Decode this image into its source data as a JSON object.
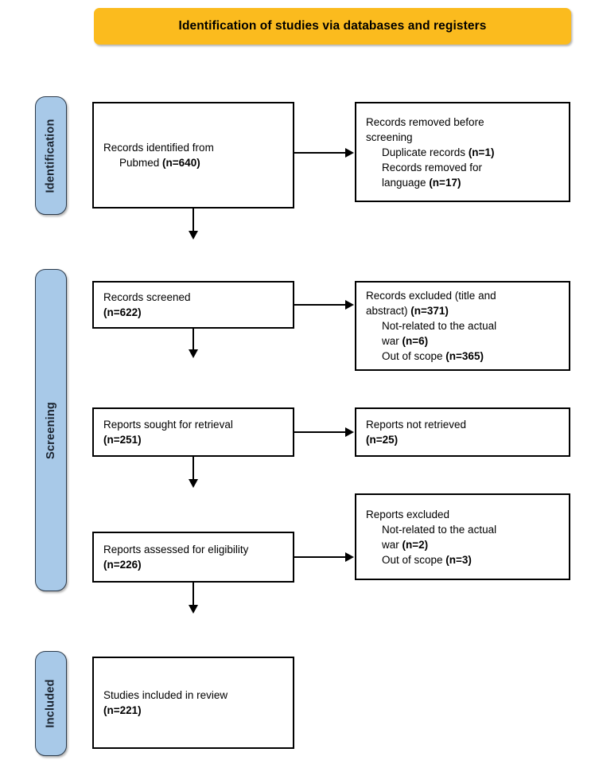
{
  "banner": {
    "title": "Identification of studies via databases and registers",
    "background_color": "#FBBB1E",
    "text_color": "#000000"
  },
  "colors": {
    "stage_label_fill": "#A8C9E8",
    "stage_label_border": "#2C3A4A",
    "box_border": "#000000",
    "box_fill": "#FFFFFF",
    "connector": "#000000"
  },
  "stages": [
    {
      "id": "identification",
      "label": "Identification"
    },
    {
      "id": "screening",
      "label": "Screening"
    },
    {
      "id": "included",
      "label": "Included"
    }
  ],
  "boxes": {
    "identified": {
      "lines": [
        {
          "text": "Records identified from",
          "indent": false,
          "bold_tail": ""
        },
        {
          "text": "Pubmed ",
          "indent": true,
          "bold_tail": "(n=640)"
        }
      ]
    },
    "removed_before": {
      "lines": [
        {
          "text": "Records removed before",
          "indent": false,
          "bold_tail": ""
        },
        {
          "text": "screening",
          "indent": false,
          "bold_tail": ""
        },
        {
          "text": "Duplicate records ",
          "indent": true,
          "bold_tail": "(n=1)"
        },
        {
          "text": "Records removed for",
          "indent": true,
          "bold_tail": ""
        },
        {
          "text": "language ",
          "indent": true,
          "bold_tail": "(n=17)"
        }
      ]
    },
    "screened": {
      "lines": [
        {
          "text": "Records screened",
          "indent": false,
          "bold_tail": ""
        },
        {
          "text": "",
          "indent": false,
          "bold_tail": "(n=622)"
        }
      ]
    },
    "excluded_title": {
      "lines": [
        {
          "text": "Records excluded (title and",
          "indent": false,
          "bold_tail": ""
        },
        {
          "text": "abstract) ",
          "indent": false,
          "bold_tail": "(n=371)"
        },
        {
          "text": "Not-related to the actual",
          "indent": true,
          "bold_tail": ""
        },
        {
          "text": "war ",
          "indent": true,
          "bold_tail": "(n=6)"
        },
        {
          "text": "Out of scope ",
          "indent": true,
          "bold_tail": "(n=365)"
        }
      ]
    },
    "sought": {
      "lines": [
        {
          "text": "Reports sought for retrieval",
          "indent": false,
          "bold_tail": ""
        },
        {
          "text": "",
          "indent": false,
          "bold_tail": "(n=251)"
        }
      ]
    },
    "not_retrieved": {
      "lines": [
        {
          "text": "Reports not retrieved",
          "indent": false,
          "bold_tail": ""
        },
        {
          "text": "",
          "indent": false,
          "bold_tail": "(n=25)"
        }
      ]
    },
    "assessed": {
      "lines": [
        {
          "text": "Reports assessed for eligibility",
          "indent": false,
          "bold_tail": ""
        },
        {
          "text": "",
          "indent": false,
          "bold_tail": "(n=226)"
        }
      ]
    },
    "reports_excluded": {
      "lines": [
        {
          "text": "Reports excluded",
          "indent": false,
          "bold_tail": ""
        },
        {
          "text": "Not-related to the actual",
          "indent": true,
          "bold_tail": ""
        },
        {
          "text": "war ",
          "indent": true,
          "bold_tail": "(n=2)"
        },
        {
          "text": "Out of scope ",
          "indent": true,
          "bold_tail": "(n=3)"
        }
      ]
    },
    "included": {
      "lines": [
        {
          "text": "Studies included in review",
          "indent": false,
          "bold_tail": ""
        },
        {
          "text": "",
          "indent": false,
          "bold_tail": "(n=221)"
        }
      ]
    }
  },
  "flow_counts": {
    "records_identified_pubmed": 640,
    "duplicate_records_removed": 1,
    "records_removed_language": 17,
    "records_screened": 622,
    "records_excluded_title_abstract": 371,
    "excluded_not_related_war": 6,
    "excluded_out_of_scope": 365,
    "reports_sought": 251,
    "reports_not_retrieved": 25,
    "reports_assessed": 226,
    "reports_excluded_not_related_war": 2,
    "reports_excluded_out_of_scope": 3,
    "studies_included": 221
  }
}
